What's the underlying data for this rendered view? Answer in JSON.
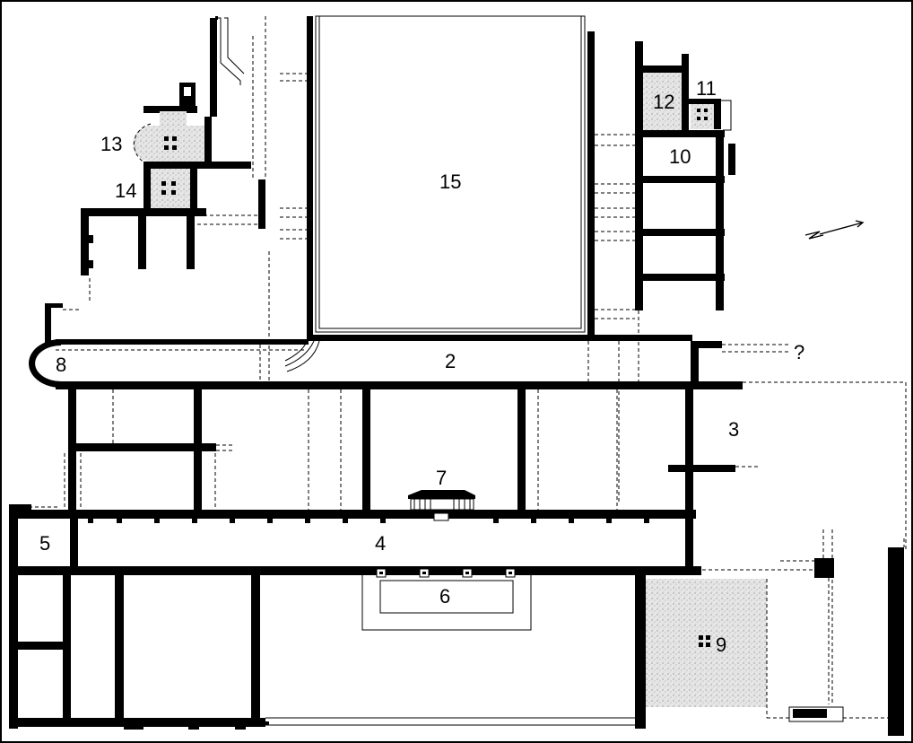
{
  "plan": {
    "labels": {
      "r2": "2",
      "r3": "3",
      "r4": "4",
      "r5": "5",
      "r6": "6",
      "r7": "7",
      "r8": "8",
      "r9": "9",
      "r10": "10",
      "r11": "11",
      "r12": "12",
      "r13": "13",
      "r14": "14",
      "r15": "15",
      "unknown": "?"
    },
    "north_arrow": "north-arrow-icon"
  }
}
